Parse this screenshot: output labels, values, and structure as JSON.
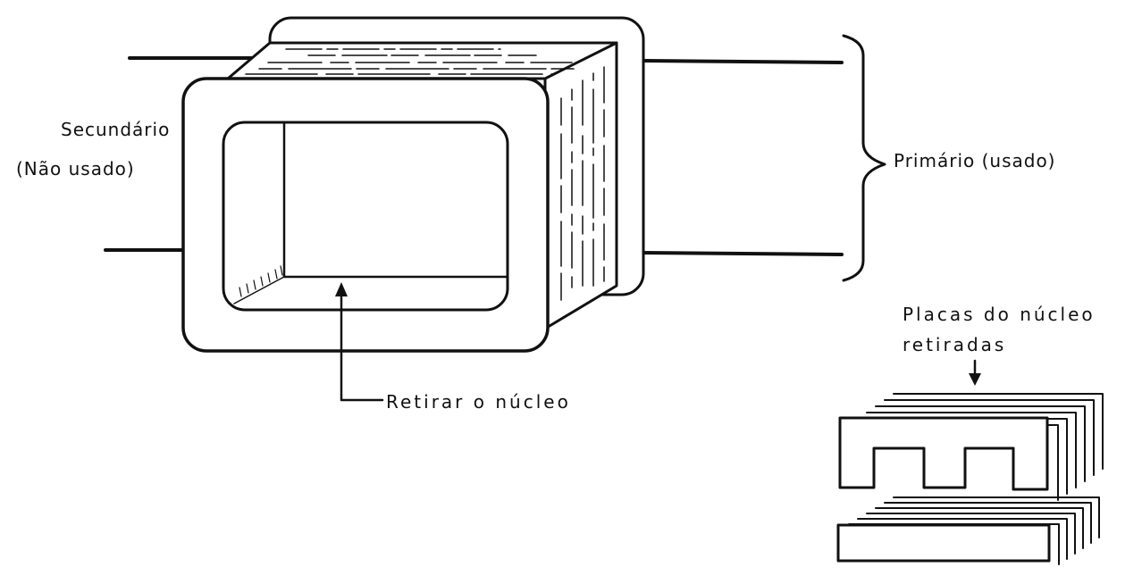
{
  "labels": {
    "secondary_line1": "Secundário",
    "secondary_line2": "(Não usado)",
    "primary": "Primário (usado)",
    "remove_core": "Retirar o núcleo",
    "plates_line1": "Placas do núcleo",
    "plates_line2": "retiradas"
  },
  "colors": {
    "ink": "#111111",
    "background": "#ffffff"
  }
}
